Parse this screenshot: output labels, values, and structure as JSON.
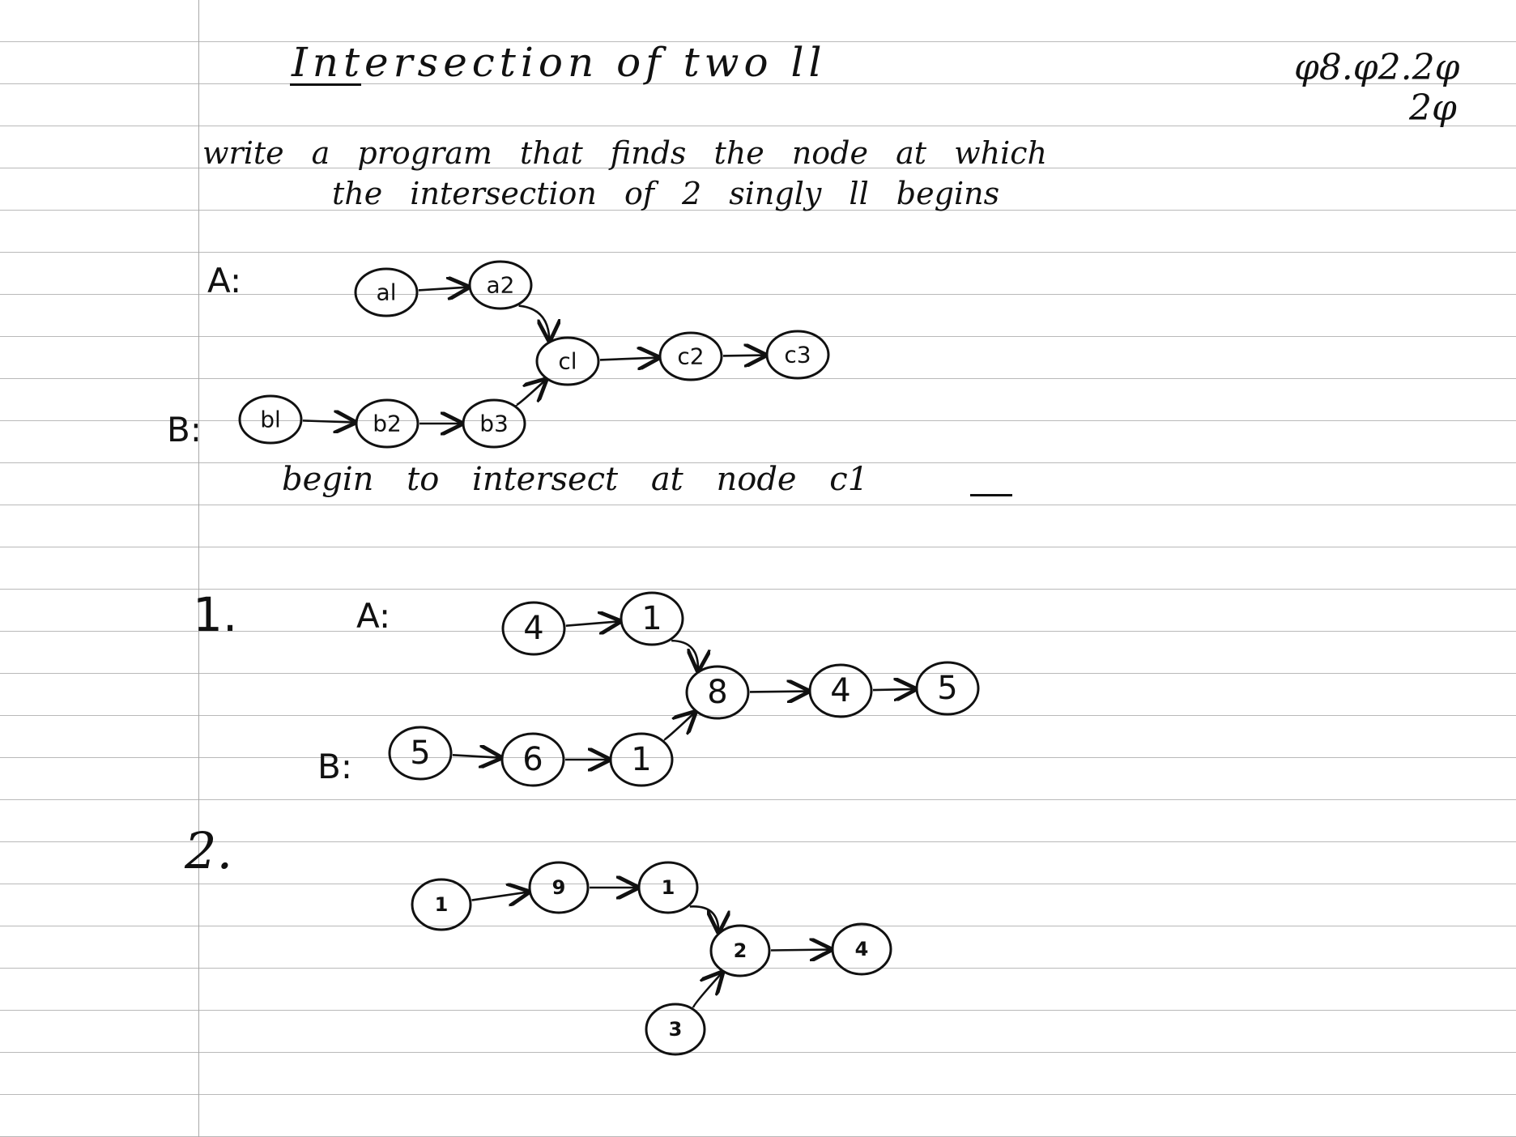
{
  "page": {
    "title": "Intersection of two ll",
    "date_line1": "φ8.φ2.2φ",
    "date_line2": "2φ",
    "description_line1": "write a program that finds the node at which",
    "description_line2": "the intersection of 2 singly ll begins",
    "caption": "begin to intersect at node c1"
  },
  "examples": [
    {
      "list_a_label": "A:",
      "list_b_label": "B:",
      "nodes": [
        {
          "id": "a1",
          "label": "al"
        },
        {
          "id": "a2",
          "label": "a2"
        },
        {
          "id": "c1",
          "label": "cl"
        },
        {
          "id": "c2",
          "label": "c2"
        },
        {
          "id": "c3",
          "label": "c3"
        },
        {
          "id": "b1",
          "label": "bl"
        },
        {
          "id": "b2",
          "label": "b2"
        },
        {
          "id": "b3",
          "label": "b3"
        }
      ],
      "edges": [
        [
          "a1",
          "a2"
        ],
        [
          "a2",
          "c1"
        ],
        [
          "c1",
          "c2"
        ],
        [
          "c2",
          "c3"
        ],
        [
          "b1",
          "b2"
        ],
        [
          "b2",
          "b3"
        ],
        [
          "b3",
          "c1"
        ]
      ]
    },
    {
      "number": "1.",
      "list_a_label": "A:",
      "list_b_label": "B:",
      "nodes": [
        {
          "id": "a1",
          "label": "4"
        },
        {
          "id": "a2",
          "label": "1"
        },
        {
          "id": "c1",
          "label": "8"
        },
        {
          "id": "c2",
          "label": "4"
        },
        {
          "id": "c3",
          "label": "5"
        },
        {
          "id": "b1",
          "label": "5"
        },
        {
          "id": "b2",
          "label": "6"
        },
        {
          "id": "b3",
          "label": "1"
        }
      ],
      "edges": [
        [
          "a1",
          "a2"
        ],
        [
          "a2",
          "c1"
        ],
        [
          "c1",
          "c2"
        ],
        [
          "c2",
          "c3"
        ],
        [
          "b1",
          "b2"
        ],
        [
          "b2",
          "b3"
        ],
        [
          "b3",
          "c1"
        ]
      ]
    },
    {
      "number": "2.",
      "nodes": [
        {
          "id": "a1",
          "label": "1"
        },
        {
          "id": "a2",
          "label": "9"
        },
        {
          "id": "a3",
          "label": "1"
        },
        {
          "id": "c1",
          "label": "2"
        },
        {
          "id": "c2",
          "label": "4"
        },
        {
          "id": "b1",
          "label": "3"
        }
      ],
      "edges": [
        [
          "a1",
          "a2"
        ],
        [
          "a2",
          "a3"
        ],
        [
          "a3",
          "c1"
        ],
        [
          "c1",
          "c2"
        ],
        [
          "b1",
          "c1"
        ]
      ]
    }
  ]
}
